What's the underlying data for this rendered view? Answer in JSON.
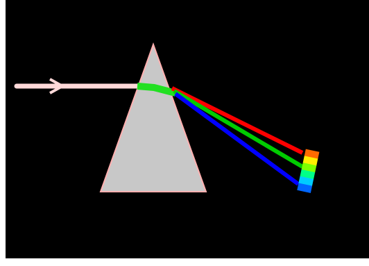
{
  "diagram": {
    "background_color": "#000000",
    "frame_color": "#ffffff",
    "incident_light": {
      "color": "#ffd9d9",
      "arrow": "right-arrow-icon"
    },
    "prism": {
      "fill_color": "#c8c8c8",
      "edge_color": "#ffb0b0"
    },
    "refracted_beam": {
      "color": "#22e022"
    },
    "spectrum_rays": [
      {
        "name": "red",
        "color": "#ff0000"
      },
      {
        "name": "green",
        "color": "#00cc00"
      },
      {
        "name": "blue",
        "color": "#0000ff"
      }
    ],
    "spectrum_screen": {
      "colors": [
        "#ff6a00",
        "#ffee00",
        "#7dff00",
        "#00ff88",
        "#00ccff",
        "#0066ff"
      ]
    }
  }
}
